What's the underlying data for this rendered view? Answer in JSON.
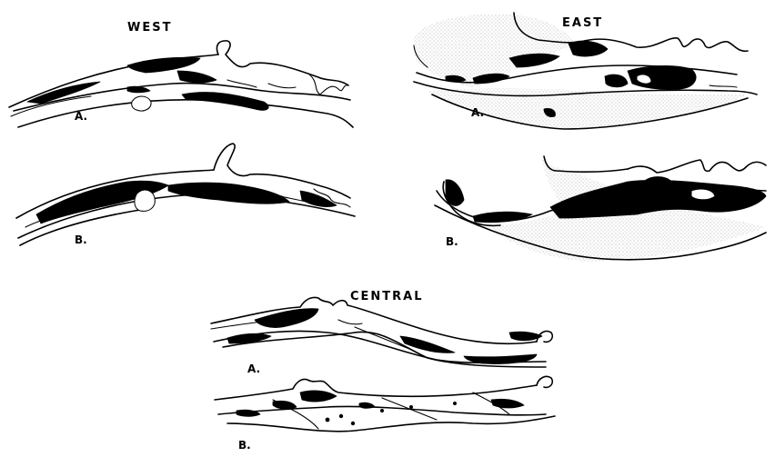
{
  "panels": {
    "west": {
      "title": "WEST",
      "a_label": "A.",
      "b_label": "B."
    },
    "east": {
      "title": "EAST",
      "a_label": "A.",
      "b_label": "B."
    },
    "central": {
      "title": "CENTRAL",
      "a_label": "A.",
      "b_label": "B."
    }
  },
  "colors": {
    "ink": "#000000",
    "paper": "#ffffff",
    "stipple": "#9a9a9a"
  }
}
